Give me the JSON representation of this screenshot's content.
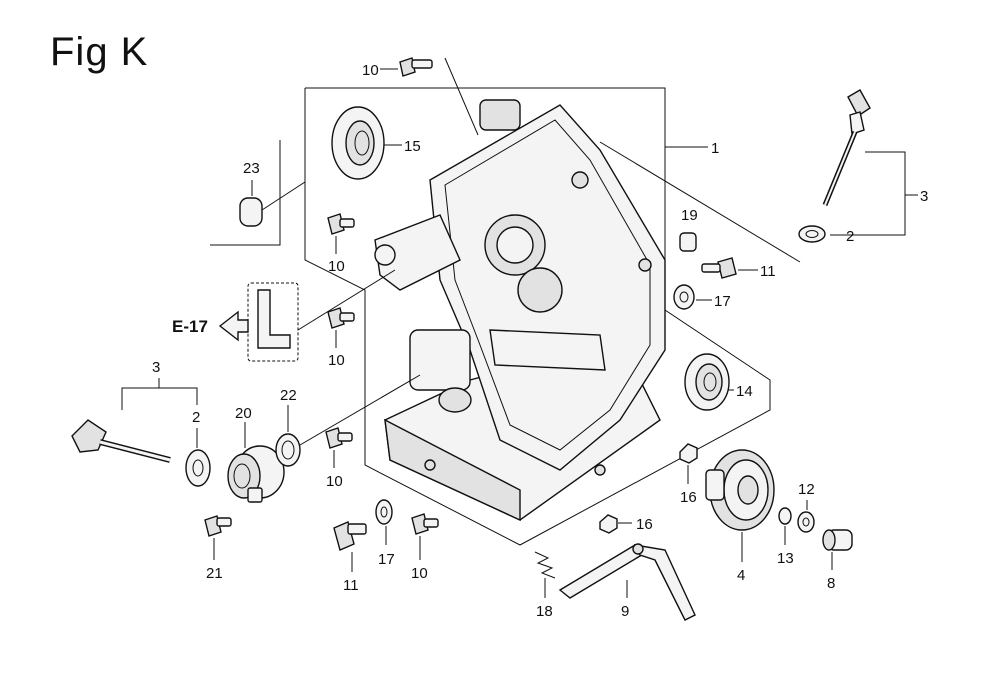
{
  "figure": {
    "title": "Fig K",
    "reference": "E-17"
  },
  "callouts": [
    {
      "id": "c1",
      "label": "1"
    },
    {
      "id": "c2a",
      "label": "2"
    },
    {
      "id": "c2b",
      "label": "2"
    },
    {
      "id": "c3a",
      "label": "3"
    },
    {
      "id": "c3b",
      "label": "3"
    },
    {
      "id": "c4",
      "label": "4"
    },
    {
      "id": "c8",
      "label": "8"
    },
    {
      "id": "c9",
      "label": "9"
    },
    {
      "id": "c10a",
      "label": "10"
    },
    {
      "id": "c10b",
      "label": "10"
    },
    {
      "id": "c10c",
      "label": "10"
    },
    {
      "id": "c10d",
      "label": "10"
    },
    {
      "id": "c10e",
      "label": "10"
    },
    {
      "id": "c11a",
      "label": "11"
    },
    {
      "id": "c11b",
      "label": "11"
    },
    {
      "id": "c12",
      "label": "12"
    },
    {
      "id": "c13",
      "label": "13"
    },
    {
      "id": "c14",
      "label": "14"
    },
    {
      "id": "c15",
      "label": "15"
    },
    {
      "id": "c16a",
      "label": "16"
    },
    {
      "id": "c16b",
      "label": "16"
    },
    {
      "id": "c17a",
      "label": "17"
    },
    {
      "id": "c17b",
      "label": "17"
    },
    {
      "id": "c18",
      "label": "18"
    },
    {
      "id": "c19",
      "label": "19"
    },
    {
      "id": "c20",
      "label": "20"
    },
    {
      "id": "c21",
      "label": "21"
    },
    {
      "id": "c22",
      "label": "22"
    },
    {
      "id": "c23",
      "label": "23"
    }
  ]
}
